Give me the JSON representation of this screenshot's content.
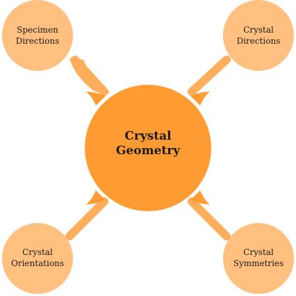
{
  "colors": {
    "center": "#ff9b33",
    "child": "#ffc080",
    "connector": "#ffae5c"
  },
  "center": {
    "label": "Crystal\nGeometry"
  },
  "children": [
    {
      "position": "top-left",
      "label": "Specimen\nDirections"
    },
    {
      "position": "top-right",
      "label": "Crystal\nDirections"
    },
    {
      "position": "bottom-left",
      "label": "Crystal\nOrientations"
    },
    {
      "position": "bottom-right",
      "label": "Crystal\nSymmetries"
    }
  ]
}
